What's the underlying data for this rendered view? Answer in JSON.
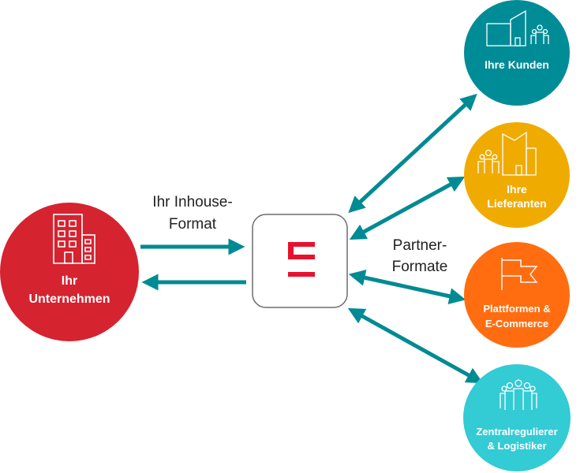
{
  "colors": {
    "arrow": "#008a93",
    "company": "#d52330",
    "customers": "#008c96",
    "suppliers": "#f0ab00",
    "platforms": "#ff6d10",
    "regulators": "#33cbd4",
    "logo": "#e8112d"
  },
  "company": {
    "line1": "Ihr",
    "line2": "Unternehmen",
    "icon": "office-building-icon"
  },
  "inhouse_format": {
    "line1": "Ihr Inhouse-",
    "line2": "Format"
  },
  "partner_formats": {
    "line1": "Partner-",
    "line2": "Formate"
  },
  "hub": {
    "icon": "seeburger-logo-icon"
  },
  "partners": [
    {
      "line1": "Ihre Kunden",
      "line2": "",
      "icon": "buildings-people-icon"
    },
    {
      "line1": "Ihre",
      "line2": "Lieferanten",
      "icon": "people-factory-icon"
    },
    {
      "line1": "Plattformen &",
      "line2": "E-Commerce",
      "icon": "flag-icon"
    },
    {
      "line1": "Zentralregulierer",
      "line2": "& Logistiker",
      "icon": "group-people-icon"
    }
  ]
}
